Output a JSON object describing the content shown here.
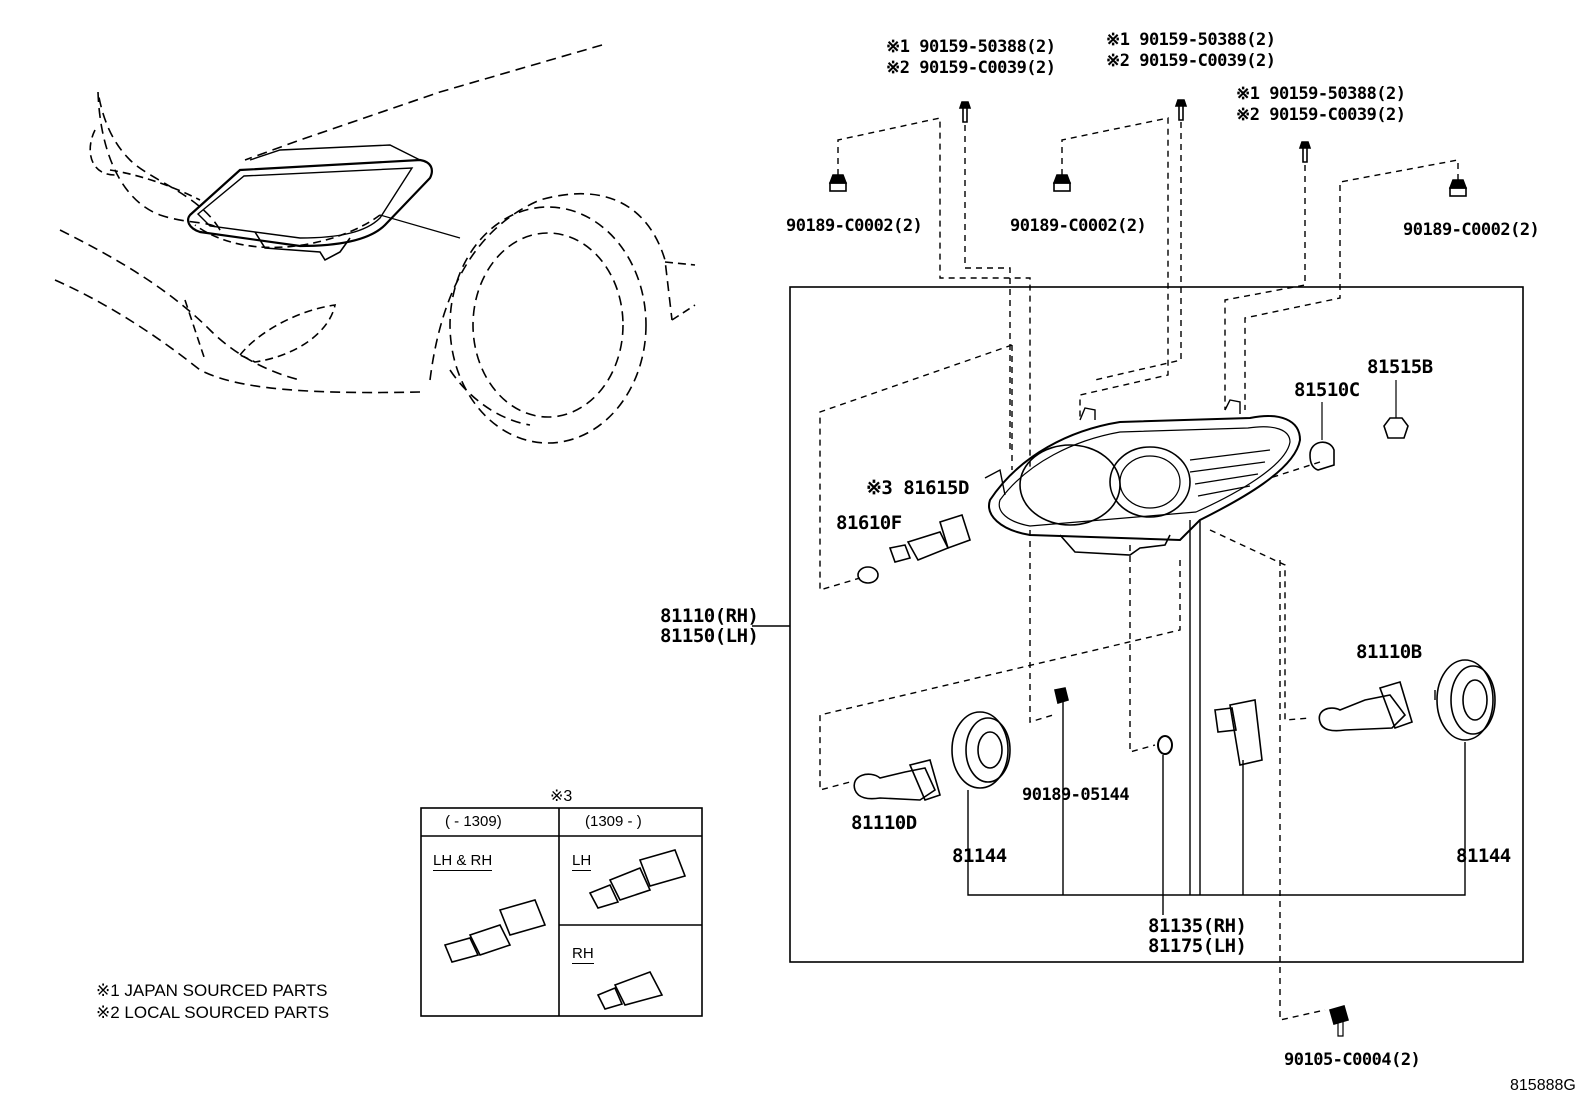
{
  "fasteners": {
    "f1": {
      "j": "※1 90159-50388(2)",
      "l": "※2 90159-C0039(2)"
    },
    "f2": {
      "j": "※1 90159-50388(2)",
      "l": "※2 90159-C0039(2)"
    },
    "f3": {
      "j": "※1 90159-50388(2)",
      "l": "※2 90159-C0039(2)"
    }
  },
  "clips": [
    "90189-C0002(2)",
    "90189-C0002(2)",
    "90189-C0002(2)"
  ],
  "parts": {
    "p81515B": "81515B",
    "p81510C": "81510C",
    "p81615D": "※3 81615D",
    "p81610F": "81610F",
    "p81110B": "81110B",
    "p81110D": "81110D",
    "p90189_05144": "90189-05144",
    "p81144_left": "81144",
    "p81144_right": "81144",
    "assy_rh": "81110(RH)",
    "assy_lh": "81150(LH)",
    "sub_rh": "81135(RH)",
    "sub_lh": "81175(LH)",
    "screw": "90105-C0004(2)"
  },
  "inset": {
    "title": "※3",
    "col1_header": "(      - 1309)",
    "col2_header": "(1309 -      )",
    "lhrh": "LH & RH",
    "lh": "LH",
    "rh": "RH"
  },
  "notes": [
    "※1 JAPAN SOURCED PARTS",
    "※2 LOCAL SOURCED PARTS"
  ],
  "figure_id": "815888G"
}
